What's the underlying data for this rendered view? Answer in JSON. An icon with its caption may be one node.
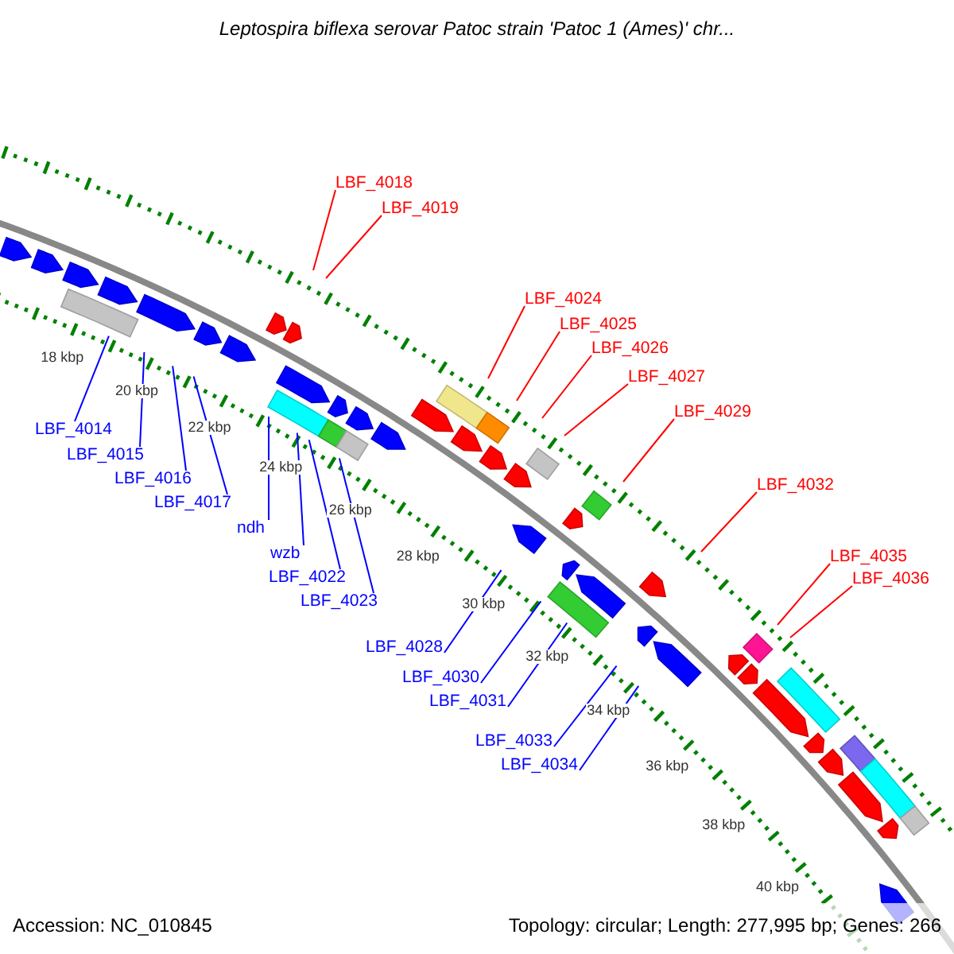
{
  "diagram": {
    "title": "Leptospira biflexa serovar Patoc strain 'Patoc 1 (Ames)' chr...",
    "nodes": [
      {
        "text": [
          "LBF_4018"
        ]
      },
      {
        "text": [
          "LBF_4019"
        ]
      },
      {
        "text": [
          "LBF_4024"
        ]
      },
      {
        "text": [
          "LBF_4025"
        ]
      },
      {
        "text": [
          "LBF_4026"
        ]
      },
      {
        "text": [
          "LBF_4027"
        ]
      },
      {
        "text": [
          "LBF_4029"
        ]
      },
      {
        "text": [
          "LBF_4032"
        ]
      },
      {
        "text": [
          "LBF_4035"
        ]
      },
      {
        "text": [
          "LBF_4036"
        ]
      },
      {
        "text": [
          "LBF_4014"
        ]
      },
      {
        "text": [
          "LBF_4015"
        ]
      },
      {
        "text": [
          "LBF_4016"
        ]
      },
      {
        "text": [
          "LBF_4017"
        ]
      },
      {
        "text": [
          "ndh"
        ]
      },
      {
        "text": [
          "wzb"
        ]
      },
      {
        "text": [
          "LBF_4022"
        ]
      },
      {
        "text": [
          "LBF_4023"
        ]
      },
      {
        "text": [
          "LBF_4028"
        ]
      },
      {
        "text": [
          "LBF_4030"
        ]
      },
      {
        "text": [
          "LBF_4031"
        ]
      },
      {
        "text": [
          "LBF_4033"
        ]
      },
      {
        "text": [
          "LBF_4034"
        ]
      }
    ],
    "edges": [
      {
        "from": 0,
        "to": null,
        "arrow": "none",
        "color": "#ff0000"
      },
      {
        "from": 1,
        "to": null,
        "arrow": "none",
        "color": "#ff0000"
      },
      {
        "from": 2,
        "to": null,
        "arrow": "none",
        "color": "#ff0000"
      },
      {
        "from": 3,
        "to": null,
        "arrow": "none",
        "color": "#ff0000"
      },
      {
        "from": 4,
        "to": null,
        "arrow": "none",
        "color": "#ff0000"
      },
      {
        "from": 5,
        "to": null,
        "arrow": "none",
        "color": "#ff0000"
      },
      {
        "from": 6,
        "to": null,
        "arrow": "none",
        "color": "#ff0000"
      },
      {
        "from": 7,
        "to": null,
        "arrow": "none",
        "color": "#ff0000"
      },
      {
        "from": 8,
        "to": null,
        "arrow": "none",
        "color": "#ff0000"
      },
      {
        "from": 9,
        "to": null,
        "arrow": "none",
        "color": "#ff0000"
      },
      {
        "from": 10,
        "to": null,
        "arrow": "none"
      },
      {
        "from": 11,
        "to": null,
        "arrow": "none"
      },
      {
        "from": 12,
        "to": null,
        "arrow": "none"
      },
      {
        "from": 13,
        "to": null,
        "arrow": "none"
      },
      {
        "from": 14,
        "to": null,
        "arrow": "none"
      },
      {
        "from": 15,
        "to": null,
        "arrow": "none"
      },
      {
        "from": 16,
        "to": null,
        "arrow": "none"
      },
      {
        "from": 17,
        "to": null,
        "arrow": "none"
      },
      {
        "from": 18,
        "to": null,
        "arrow": "none"
      },
      {
        "from": 19,
        "to": null,
        "arrow": "none"
      },
      {
        "from": 20,
        "to": null,
        "arrow": "none"
      },
      {
        "from": 21,
        "to": null,
        "arrow": "none"
      },
      {
        "from": 22,
        "to": null,
        "arrow": "none"
      }
    ],
    "labels": [
      "18 kbp",
      "20 kbp",
      "22 kbp",
      "24 kbp",
      "26 kbp",
      "28 kbp",
      "30 kbp",
      "32 kbp",
      "34 kbp",
      "36 kbp",
      "38 kbp",
      "40 kbp",
      "Accession: NC_010845",
      "Topology: circular; Length: 277,995 bp; Genes: 266"
    ]
  }
}
